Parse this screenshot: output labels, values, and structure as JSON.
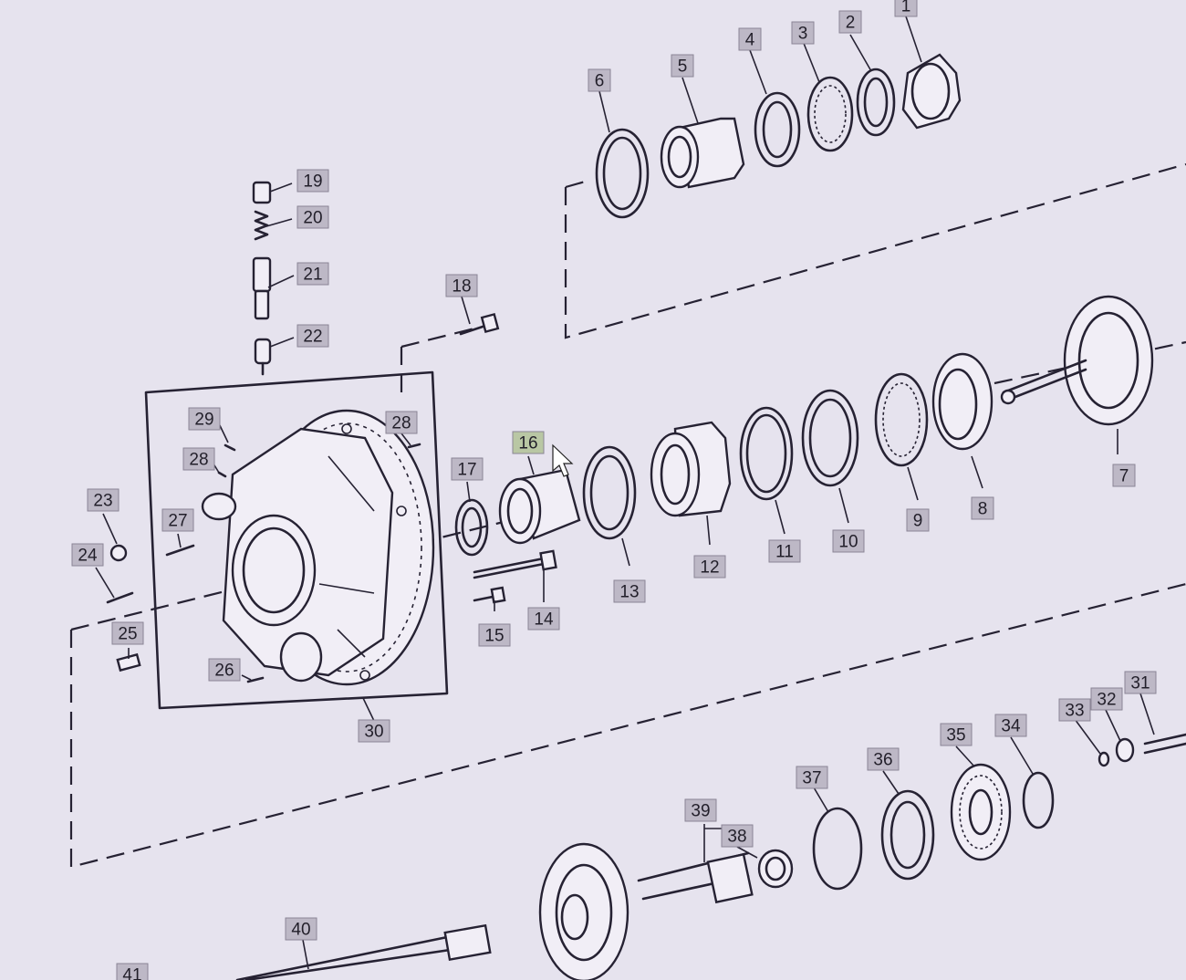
{
  "diagram": {
    "callouts": [
      "1",
      "2",
      "3",
      "4",
      "5",
      "6",
      "7",
      "8",
      "9",
      "10",
      "11",
      "12",
      "13",
      "14",
      "15",
      "16",
      "17",
      "18",
      "19",
      "20",
      "21",
      "22",
      "23",
      "24",
      "25",
      "26",
      "27",
      "28",
      "28",
      "29",
      "30",
      "31",
      "32",
      "33",
      "34",
      "35",
      "36",
      "37",
      "38",
      "39",
      "40",
      "41"
    ],
    "highlighted_callout": "16"
  },
  "colors": {
    "background": "#e6e3ee",
    "line": "#262233",
    "label_box": "#bdb8c6",
    "label_box_highlight": "#b9c7a4"
  }
}
